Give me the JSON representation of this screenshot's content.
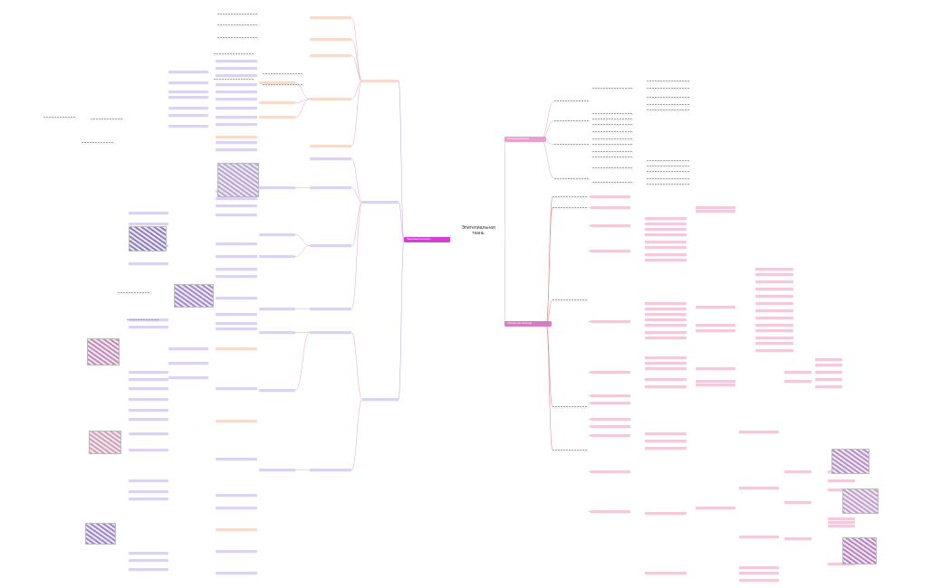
{
  "center": {
    "line1": "Эпителиальная",
    "line2": "ткань"
  },
  "branches": {
    "left": "Покровный эпителий",
    "right_top": "Источники развития",
    "right_bottom": "Железистый эпителий"
  },
  "colors": {
    "accent": "#d63cd6",
    "pink": "#f3c9dc",
    "peach": "#f7dccc",
    "lilac": "#dcd3f1",
    "line_pink": "#e3a6c4",
    "line_purple": "#b7a2dc",
    "line_red": "#e07a7a"
  },
  "histology": [
    {
      "name": "histology-image-1",
      "tone": "#b8a7cf"
    },
    {
      "name": "histology-image-2",
      "tone": "#8e7fbf"
    },
    {
      "name": "histology-image-3",
      "tone": "#a08ccb"
    },
    {
      "name": "histology-image-4",
      "tone": "#c48cb2"
    },
    {
      "name": "histology-image-5",
      "tone": "#d3a0b4"
    },
    {
      "name": "histology-image-6",
      "tone": "#9b88c8"
    },
    {
      "name": "histology-image-7",
      "tone": "#b890c8"
    },
    {
      "name": "histology-image-8",
      "tone": "#c2a0c8"
    },
    {
      "name": "histology-image-9",
      "tone": "#b883c0"
    }
  ]
}
